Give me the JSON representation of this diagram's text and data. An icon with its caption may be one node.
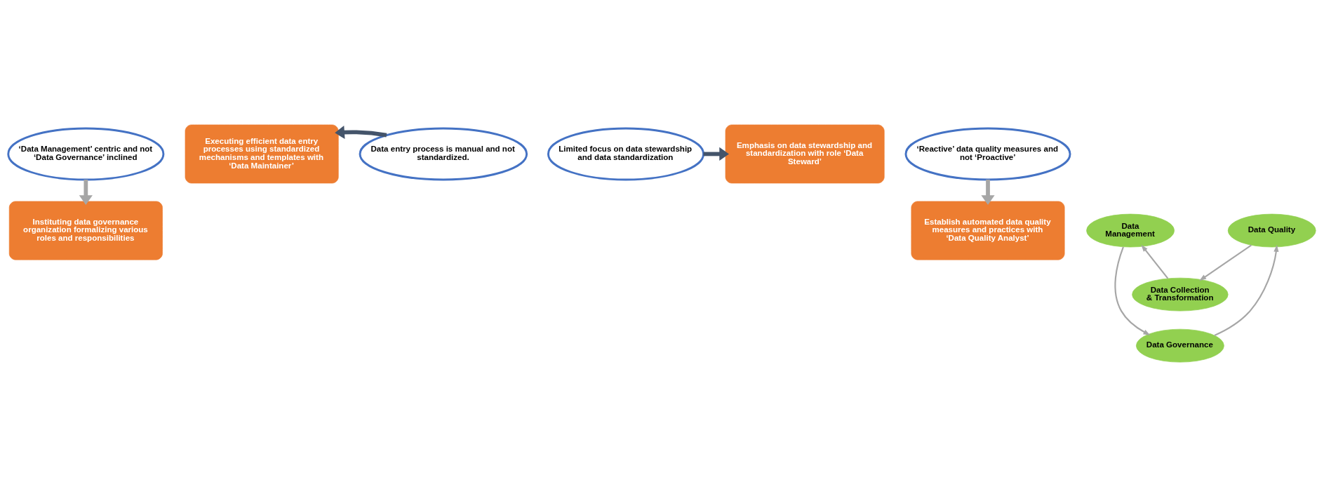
{
  "diagram": {
    "nodes": [
      {
        "text": [
          "‘Data Management’ centric and not ‘Data Governance’ inclined"
        ]
      },
      {
        "text": [
          "Instituting data governance organization formalizing various roles and responsibilities"
        ]
      },
      {
        "text": [
          "Limited focus on data stewardship and data standardization"
        ]
      },
      {
        "text": [
          "Emphasis on data stewardship and standardization with role ‘Data Steward’"
        ]
      },
      {
        "text": [
          "Executing efficient data entry processes using standardized mechanisms and templates with ‘Data Maintainer’"
        ]
      },
      {
        "text": [
          "Data entry process is manual and not standardized."
        ]
      },
      {
        "text": [
          "Establish automated data quality measures and practices with ‘Data Quality Analyst’"
        ]
      },
      {
        "text": [
          "‘Reactive’ data quality measures and not ‘Proactive’"
        ]
      },
      {
        "text": [
          "Data Collection & Transformation"
        ]
      },
      {
        "text": [
          "Data Management"
        ]
      },
      {
        "text": [
          "Data Governance"
        ]
      },
      {
        "text": [
          "Data Quality"
        ]
      }
    ],
    "edges": [
      {
        "from": 0,
        "to": 1,
        "arrow": "to",
        "style": "thick"
      },
      {
        "from": 2,
        "to": 3,
        "arrow": "to",
        "style": "thick",
        "color": "#44546a"
      },
      {
        "from": 5,
        "to": 4,
        "arrow": "to",
        "style": "thick",
        "color": "#44546a"
      },
      {
        "from": 7,
        "to": 6,
        "arrow": "to",
        "style": "thick"
      },
      {
        "from": 8,
        "to": 9,
        "arrow": "to"
      },
      {
        "from": 9,
        "to": 10,
        "arrow": "to"
      },
      {
        "from": 10,
        "to": 11,
        "arrow": "to"
      },
      {
        "from": 11,
        "to": 8,
        "arrow": "to"
      }
    ]
  }
}
